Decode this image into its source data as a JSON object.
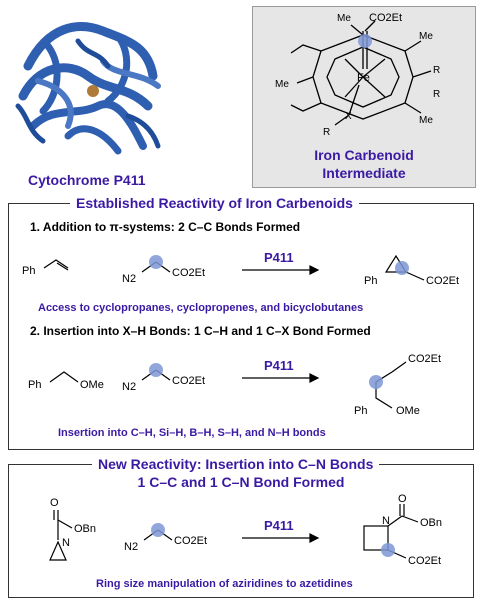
{
  "top": {
    "protein_label": "Cytochrome P411",
    "intermediate_label_line1": "Iron Carbenoid",
    "intermediate_label_line2": "Intermediate",
    "porphyrin": {
      "ester": "CO2Et",
      "metal": "Fe",
      "methyl": "Me",
      "r_group": "R",
      "x_atom": "X"
    }
  },
  "established": {
    "title": "Established Reactivity of Iron Carbenoids",
    "item1": {
      "heading": "1. Addition to π-systems: 2 C–C Bonds Formed",
      "catalyst": "P411",
      "substrate_ph": "Ph",
      "diazo_n2": "N2",
      "diazo_ester": "CO2Et",
      "product_ph": "Ph",
      "product_ester": "CO2Et",
      "caption": "Access to cyclopropanes, cyclopropenes, and bicyclobutanes"
    },
    "item2": {
      "heading": "2. Insertion into X–H Bonds: 1 C–H and 1 C–X Bond Formed",
      "catalyst": "P411",
      "substrate_ph": "Ph",
      "substrate_ome": "OMe",
      "diazo_n2": "N2",
      "diazo_ester": "CO2Et",
      "product_ester": "CO2Et",
      "product_ph": "Ph",
      "product_ome": "OMe",
      "caption": "Insertion into C–H, Si–H, B–H, S–H, and N–H bonds"
    }
  },
  "new": {
    "title_line1": "New Reactivity: Insertion into C–N Bonds",
    "title_line2": "1 C–C and 1 C–N Bond Formed",
    "catalyst": "P411",
    "substrate_o": "O",
    "substrate_obn": "OBn",
    "substrate_n": "N",
    "diazo_n2": "N2",
    "diazo_ester": "CO2Et",
    "product_o": "O",
    "product_obn": "OBn",
    "product_n": "N",
    "product_ester": "CO2Et",
    "caption": "Ring size manipulation of aziridines to azetidines"
  },
  "colors": {
    "accent": "#3b1aa3",
    "protein": "#2f5fb0",
    "highlight": "#7e98d6",
    "panel_bg": "#e6e6e6"
  }
}
